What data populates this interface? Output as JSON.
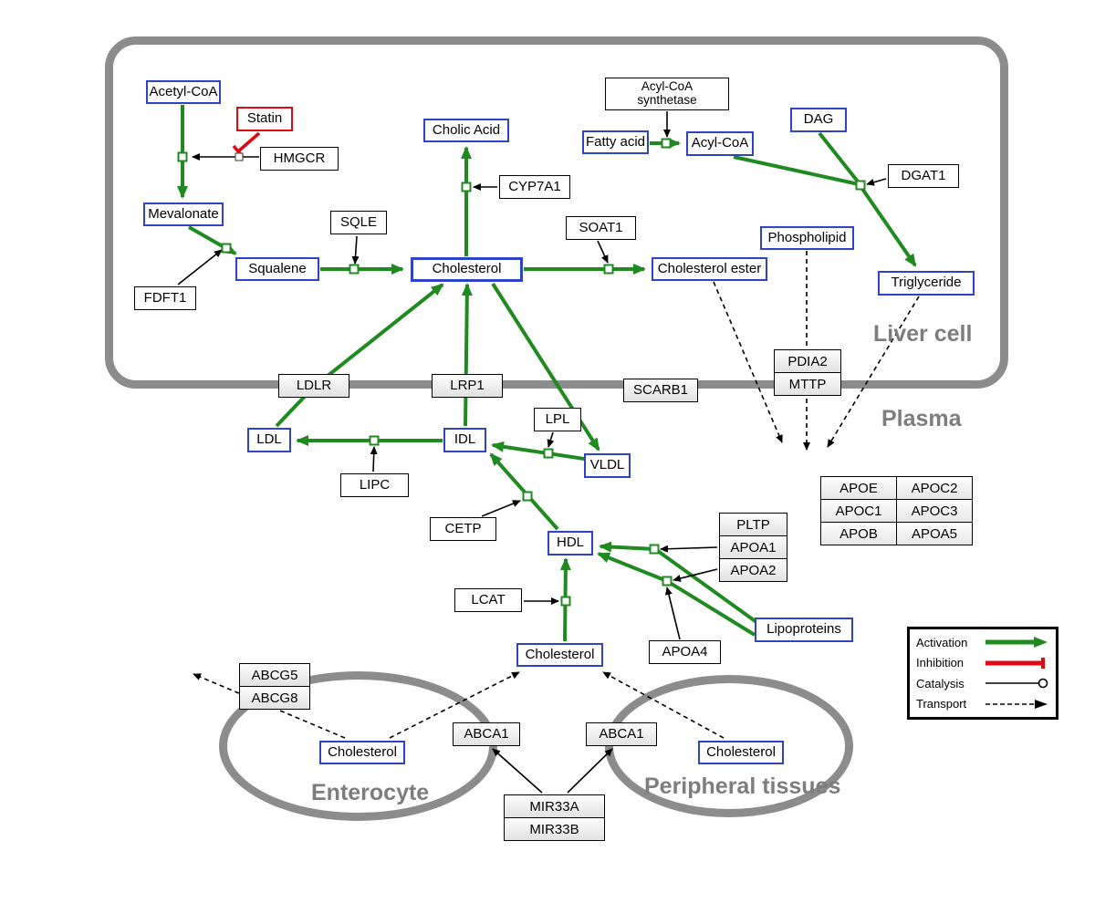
{
  "compartments": {
    "liver": {
      "label": "Liver cell"
    },
    "plasma": {
      "label": "Plasma"
    },
    "enterocyte": {
      "label": "Enterocyte"
    },
    "peripheral": {
      "label": "Peripheral tissues"
    }
  },
  "nodes": {
    "acetyl_coa": {
      "label": "Acetyl-CoA",
      "type": "metabolite"
    },
    "statin": {
      "label": "Statin",
      "type": "drug"
    },
    "hmgcr": {
      "label": "HMGCR",
      "type": "protein"
    },
    "mevalonate": {
      "label": "Mevalonate",
      "type": "metabolite"
    },
    "fdft1": {
      "label": "FDFT1",
      "type": "protein"
    },
    "squalene": {
      "label": "Squalene",
      "type": "metabolite"
    },
    "sqle": {
      "label": "SQLE",
      "type": "protein"
    },
    "cholesterol_liver": {
      "label": "Cholesterol",
      "type": "metabolite"
    },
    "cholic_acid": {
      "label": "Cholic Acid",
      "type": "metabolite"
    },
    "cyp7a1": {
      "label": "CYP7A1",
      "type": "protein"
    },
    "soat1": {
      "label": "SOAT1",
      "type": "protein"
    },
    "cholesterol_ester": {
      "label": "Cholesterol ester",
      "type": "metabolite"
    },
    "fatty_acid": {
      "label": "Fatty acid",
      "type": "metabolite"
    },
    "acyl_coa_synthetase": {
      "label": "Acyl-CoA synthetase",
      "type": "protein"
    },
    "acyl_coa": {
      "label": "Acyl-CoA",
      "type": "metabolite"
    },
    "dag": {
      "label": "DAG",
      "type": "metabolite"
    },
    "dgat1": {
      "label": "DGAT1",
      "type": "protein"
    },
    "phospholipid": {
      "label": "Phospholipid",
      "type": "metabolite"
    },
    "triglyceride": {
      "label": "Triglyceride",
      "type": "metabolite"
    },
    "pdia2": {
      "label": "PDIA2",
      "type": "protein"
    },
    "mttp": {
      "label": "MTTP",
      "type": "protein"
    },
    "ldlr": {
      "label": "LDLR",
      "type": "protein"
    },
    "lrp1": {
      "label": "LRP1",
      "type": "protein"
    },
    "scarb1": {
      "label": "SCARB1",
      "type": "protein"
    },
    "ldl": {
      "label": "LDL",
      "type": "metabolite"
    },
    "idl": {
      "label": "IDL",
      "type": "metabolite"
    },
    "vldl": {
      "label": "VLDL",
      "type": "metabolite"
    },
    "hdl": {
      "label": "HDL",
      "type": "metabolite"
    },
    "lipc": {
      "label": "LIPC",
      "type": "protein"
    },
    "lpl": {
      "label": "LPL",
      "type": "protein"
    },
    "cetp": {
      "label": "CETP",
      "type": "protein"
    },
    "lcat": {
      "label": "LCAT",
      "type": "protein"
    },
    "pltp": {
      "label": "PLTP",
      "type": "protein"
    },
    "apoa1": {
      "label": "APOA1",
      "type": "protein"
    },
    "apoa2": {
      "label": "APOA2",
      "type": "protein"
    },
    "apoa4": {
      "label": "APOA4",
      "type": "protein"
    },
    "lipoproteins": {
      "label": "Lipoproteins",
      "type": "metabolite"
    },
    "apoe": {
      "label": "APOE",
      "type": "protein"
    },
    "apoc2": {
      "label": "APOC2",
      "type": "protein"
    },
    "apoc1": {
      "label": "APOC1",
      "type": "protein"
    },
    "apoc3": {
      "label": "APOC3",
      "type": "protein"
    },
    "apob": {
      "label": "APOB",
      "type": "protein"
    },
    "apoa5": {
      "label": "APOA5",
      "type": "protein"
    },
    "cholesterol_plasma": {
      "label": "Cholesterol",
      "type": "metabolite"
    },
    "abcg5": {
      "label": "ABCG5",
      "type": "protein"
    },
    "abcg8": {
      "label": "ABCG8",
      "type": "protein"
    },
    "cholesterol_enterocyte": {
      "label": "Cholesterol",
      "type": "metabolite"
    },
    "abca1": {
      "label": "ABCA1",
      "type": "protein"
    },
    "cholesterol_peripheral": {
      "label": "Cholesterol",
      "type": "metabolite"
    },
    "mir33a": {
      "label": "MIR33A",
      "type": "gene"
    },
    "mir33b": {
      "label": "MIR33B",
      "type": "gene"
    }
  },
  "legend": {
    "activation": "Activation",
    "inhibition": "Inhibition",
    "catalysis": "Catalysis",
    "transport": "Transport"
  },
  "edges": [
    {
      "from": "Acetyl-CoA",
      "to": "Mevalonate",
      "type": "activation",
      "catalyst": "HMGCR",
      "inhibited_by": "Statin"
    },
    {
      "from": "Mevalonate",
      "to": "Squalene",
      "type": "activation",
      "catalyst": "FDFT1"
    },
    {
      "from": "Squalene",
      "to": "Cholesterol",
      "type": "activation",
      "catalyst": "SQLE"
    },
    {
      "from": "Cholesterol",
      "to": "Cholic Acid",
      "type": "activation",
      "catalyst": "CYP7A1"
    },
    {
      "from": "Cholesterol",
      "to": "Cholesterol ester",
      "type": "activation",
      "catalyst": "SOAT1"
    },
    {
      "from": "Fatty acid",
      "to": "Acyl-CoA",
      "type": "activation",
      "catalyst": "Acyl-CoA synthetase"
    },
    {
      "from": "Acyl-CoA",
      "to": "Triglyceride",
      "type": "activation",
      "catalyst": "DGAT1"
    },
    {
      "from": "DAG",
      "to": "Triglyceride",
      "type": "activation",
      "catalyst": "DGAT1"
    },
    {
      "from": "LDL",
      "to": "Cholesterol",
      "type": "activation",
      "via": "LDLR"
    },
    {
      "from": "IDL",
      "to": "Cholesterol",
      "type": "activation",
      "via": "LRP1"
    },
    {
      "from": "Cholesterol",
      "to": "VLDL",
      "type": "activation"
    },
    {
      "from": "VLDL",
      "to": "IDL",
      "type": "activation",
      "catalyst": "LPL"
    },
    {
      "from": "IDL",
      "to": "LDL",
      "type": "activation",
      "catalyst": "LIPC"
    },
    {
      "from": "HDL",
      "to": "IDL",
      "type": "activation",
      "catalyst": "CETP"
    },
    {
      "from": "Lipoproteins",
      "to": "HDL",
      "type": "activation",
      "catalyst": "PLTP/APOA1/APOA2"
    },
    {
      "from": "Lipoproteins",
      "to": "HDL",
      "type": "activation",
      "catalyst": "APOA1/APOA2/APOA4"
    },
    {
      "from": "Cholesterol",
      "to": "HDL",
      "type": "activation",
      "catalyst": "LCAT"
    },
    {
      "from": "Cholesterol ester",
      "to_region": "Plasma",
      "type": "transport"
    },
    {
      "from": "Phospholipid",
      "to_region": "Plasma",
      "type": "transport",
      "via": "PDIA2/MTTP"
    },
    {
      "from": "Triglyceride",
      "to_region": "Plasma",
      "type": "transport"
    },
    {
      "from": "Cholesterol",
      "type": "transport",
      "via": "ABCG5/ABCG8"
    },
    {
      "from": "Cholesterol",
      "to": "Cholesterol",
      "type": "transport",
      "via": "ABCA1"
    },
    {
      "from": "Cholesterol",
      "to": "Cholesterol",
      "type": "transport",
      "via": "ABCA1"
    },
    {
      "from": "MIR33A/MIR33B",
      "to": "ABCA1",
      "type": "regulation"
    }
  ],
  "colors": {
    "metabolite_border": "#2f43c8",
    "protein_border": "#000000",
    "activation_green": "#1f8a1f",
    "inhibition_red": "#e30613",
    "compartment_gray": "#8c8c8c",
    "label_gray": "#7d7d7d"
  }
}
